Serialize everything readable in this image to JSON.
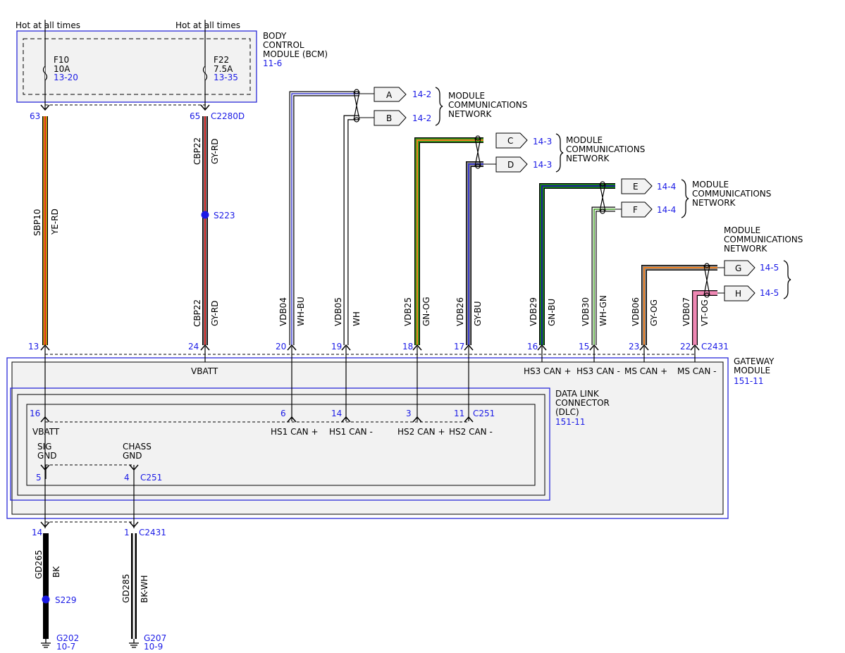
{
  "hot_labels": [
    "Hot at all times",
    "Hot at all times"
  ],
  "bcm": {
    "title_lines": [
      "BODY",
      "CONTROL",
      "MODULE (BCM)"
    ],
    "ref": "11-6",
    "fuses": [
      {
        "name": "F10",
        "rating": "10A",
        "ref": "13-20",
        "pin": "63"
      },
      {
        "name": "F22",
        "rating": "7.5A",
        "ref": "13-35",
        "pin": "65",
        "connector": "C2280D"
      }
    ]
  },
  "splices": [
    {
      "name": "S223"
    },
    {
      "name": "S229"
    }
  ],
  "grounds": [
    {
      "name": "G202",
      "ref": "10-7"
    },
    {
      "name": "G207",
      "ref": "10-9"
    }
  ],
  "network": {
    "label_lines": [
      "MODULE",
      "COMMUNICATIONS",
      "NETWORK"
    ],
    "connectors": [
      {
        "letter": "A",
        "ref": "14-2"
      },
      {
        "letter": "B",
        "ref": "14-2"
      },
      {
        "letter": "C",
        "ref": "14-3"
      },
      {
        "letter": "D",
        "ref": "14-3"
      },
      {
        "letter": "E",
        "ref": "14-4"
      },
      {
        "letter": "F",
        "ref": "14-4"
      },
      {
        "letter": "G",
        "ref": "14-5"
      },
      {
        "letter": "H",
        "ref": "14-5"
      }
    ]
  },
  "wires": [
    {
      "circuit": "SBP10",
      "color": "YE-RD",
      "color_a": "#f4c20d",
      "color_b": "#d42020"
    },
    {
      "circuit": "CBP22",
      "color": "GY-RD",
      "color_a": "#8a8a8a",
      "color_b": "#d42020"
    },
    {
      "circuit": "VDB04",
      "color": "WH-BU",
      "color_a": "#ffffff",
      "color_b": "#3a3ad0"
    },
    {
      "circuit": "VDB05",
      "color": "WH",
      "color_a": "#ffffff",
      "color_b": "#ffffff"
    },
    {
      "circuit": "VDB25",
      "color": "GN-OG",
      "color_a": "#3a9a1a",
      "color_b": "#f08020"
    },
    {
      "circuit": "VDB26",
      "color": "GY-BU",
      "color_a": "#8a8a8a",
      "color_b": "#3a3ad0"
    },
    {
      "circuit": "VDB29",
      "color": "GN-BU",
      "color_a": "#1a8a1a",
      "color_b": "#1a1a9a"
    },
    {
      "circuit": "VDB30",
      "color": "WH-GN",
      "color_a": "#ffffff",
      "color_b": "#3a9a1a"
    },
    {
      "circuit": "VDB06",
      "color": "GY-OG",
      "color_a": "#8a8a8a",
      "color_b": "#f08020"
    },
    {
      "circuit": "VDB07",
      "color": "VT-OG",
      "color_a": "#ef88b4",
      "color_b": "#ef88b4"
    },
    {
      "circuit": "GD265",
      "color": "BK",
      "color_a": "#000000",
      "color_b": "#000000"
    },
    {
      "circuit": "GD285",
      "color": "BK-WH",
      "color_a": "#000000",
      "color_b": "#ffffff"
    }
  ],
  "gateway": {
    "title_lines": [
      "GATEWAY",
      "MODULE"
    ],
    "ref": "151-11",
    "connector": "C2431",
    "pins": [
      "13",
      "24",
      "20",
      "19",
      "18",
      "17",
      "16",
      "15",
      "23",
      "22"
    ],
    "terminal_labels": [
      "VBATT",
      "HS3 CAN +",
      "HS3 CAN -",
      "MS CAN +",
      "MS CAN -"
    ],
    "ground_pins": [
      "14",
      "1"
    ],
    "ground_connector": "C2431"
  },
  "dlc": {
    "title_lines": [
      "DATA LINK",
      "CONNECTOR",
      "(DLC)"
    ],
    "ref": "151-11",
    "connector": "C251",
    "pins": [
      "16",
      "6",
      "14",
      "3",
      "11",
      "5",
      "4"
    ],
    "pin_labels": [
      "VBATT",
      "HS1 CAN +",
      "HS1 CAN -",
      "HS2 CAN +",
      "HS2 CAN -"
    ],
    "sig_gnd": [
      "SIG",
      "GND"
    ],
    "chass_gnd": [
      "CHASS",
      "GND"
    ]
  },
  "colors": {
    "accent_blue": "#1a1ae6",
    "module_border": "#2a2ad8",
    "module_fill": "#f2f2f2",
    "splice": "#1a1ae6"
  }
}
